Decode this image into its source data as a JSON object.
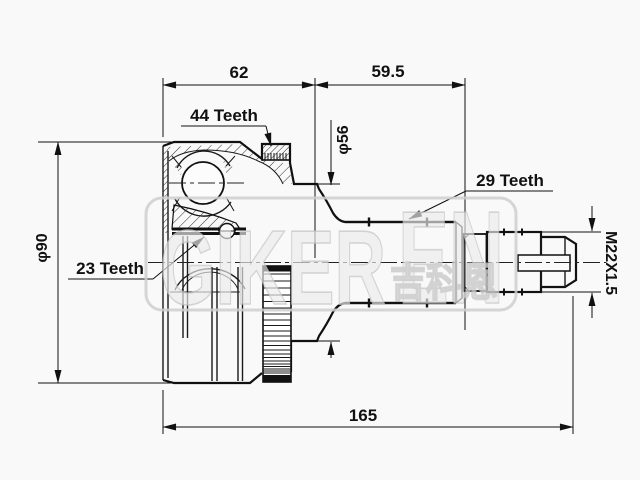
{
  "drawing": {
    "type": "cv-joint-outer-technical-drawing",
    "dimensions": {
      "bell_width": "62",
      "shaft_section_width": "59.5",
      "total_length": "165",
      "boot_seat_diameter": "φ56",
      "bell_outer_diameter": "φ90",
      "thread_spec": "M22X1.5"
    },
    "labels": {
      "abs_ring_teeth": "44 Teeth",
      "shaft_spline_teeth": "29 Teeth",
      "hub_spline_teeth": "23 Teeth"
    },
    "watermark": {
      "brand": "GIKER",
      "brand_suffix": "EN",
      "brand_cjk": "吉科恩"
    },
    "colors": {
      "background": "#f9f9f9",
      "line": "#111111",
      "watermark": "#cfcfcf"
    }
  }
}
